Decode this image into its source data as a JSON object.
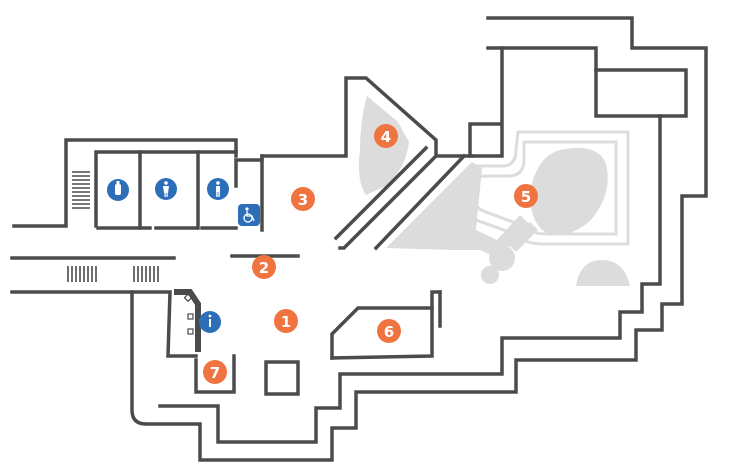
{
  "map": {
    "colors": {
      "wall": "#4a4b4d",
      "zone": "#dcdcdc",
      "poi_marker": "#ef7440",
      "facility_icon": "#2d6eb8"
    },
    "points_of_interest": [
      {
        "id": "poi-1",
        "label": "1"
      },
      {
        "id": "poi-2",
        "label": "2"
      },
      {
        "id": "poi-3",
        "label": "3"
      },
      {
        "id": "poi-4",
        "label": "4"
      },
      {
        "id": "poi-5",
        "label": "5"
      },
      {
        "id": "poi-6",
        "label": "6"
      },
      {
        "id": "poi-7",
        "label": "7"
      }
    ],
    "facilities": [
      {
        "id": "baby-changing",
        "icon": "baby-bottle-icon"
      },
      {
        "id": "womens-restroom",
        "icon": "woman-icon"
      },
      {
        "id": "mens-restroom",
        "icon": "man-icon"
      },
      {
        "id": "accessible-restroom",
        "icon": "wheelchair-icon"
      },
      {
        "id": "information",
        "icon": "info-icon"
      }
    ]
  }
}
